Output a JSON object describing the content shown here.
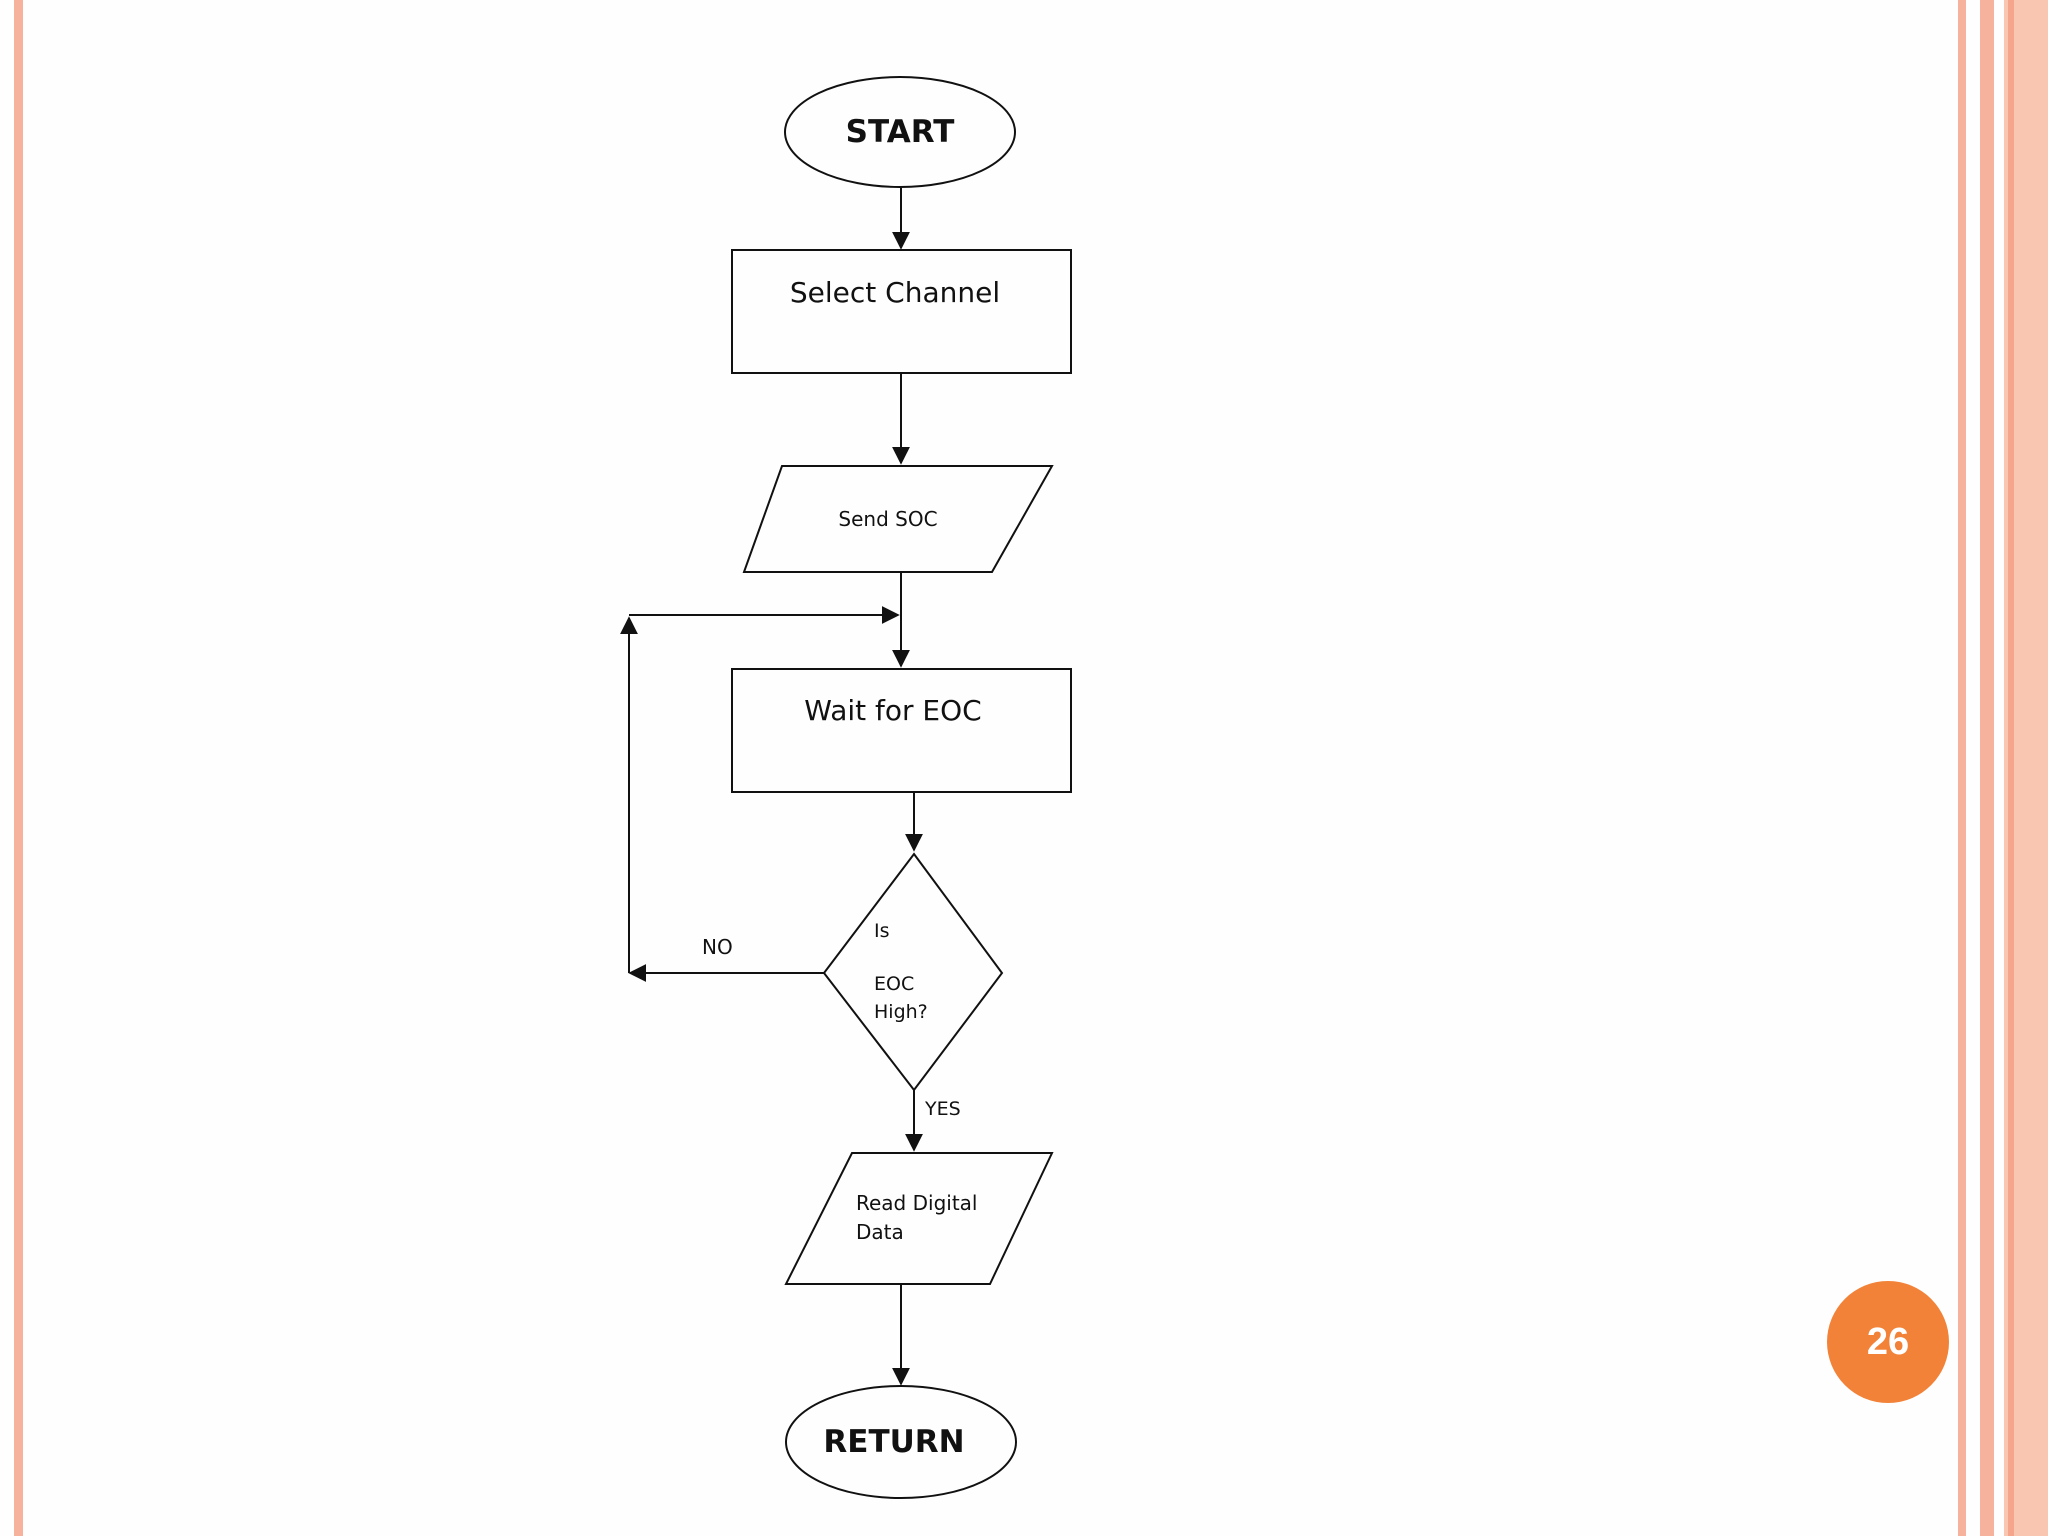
{
  "slide": {
    "page_number": "26",
    "accent_color": "#f28238",
    "border_color": "#f6b29c"
  },
  "flowchart": {
    "start_label": "START",
    "step_select": "Select Channel",
    "step_send": "Send SOC",
    "step_wait": "Wait for EOC",
    "decision_line1": "Is",
    "decision_line2": "EOC",
    "decision_line3": "High?",
    "no_label": "NO",
    "yes_label": "YES",
    "step_read_line1": "Read Digital",
    "step_read_line2": "Data",
    "end_label": "RETURN"
  }
}
